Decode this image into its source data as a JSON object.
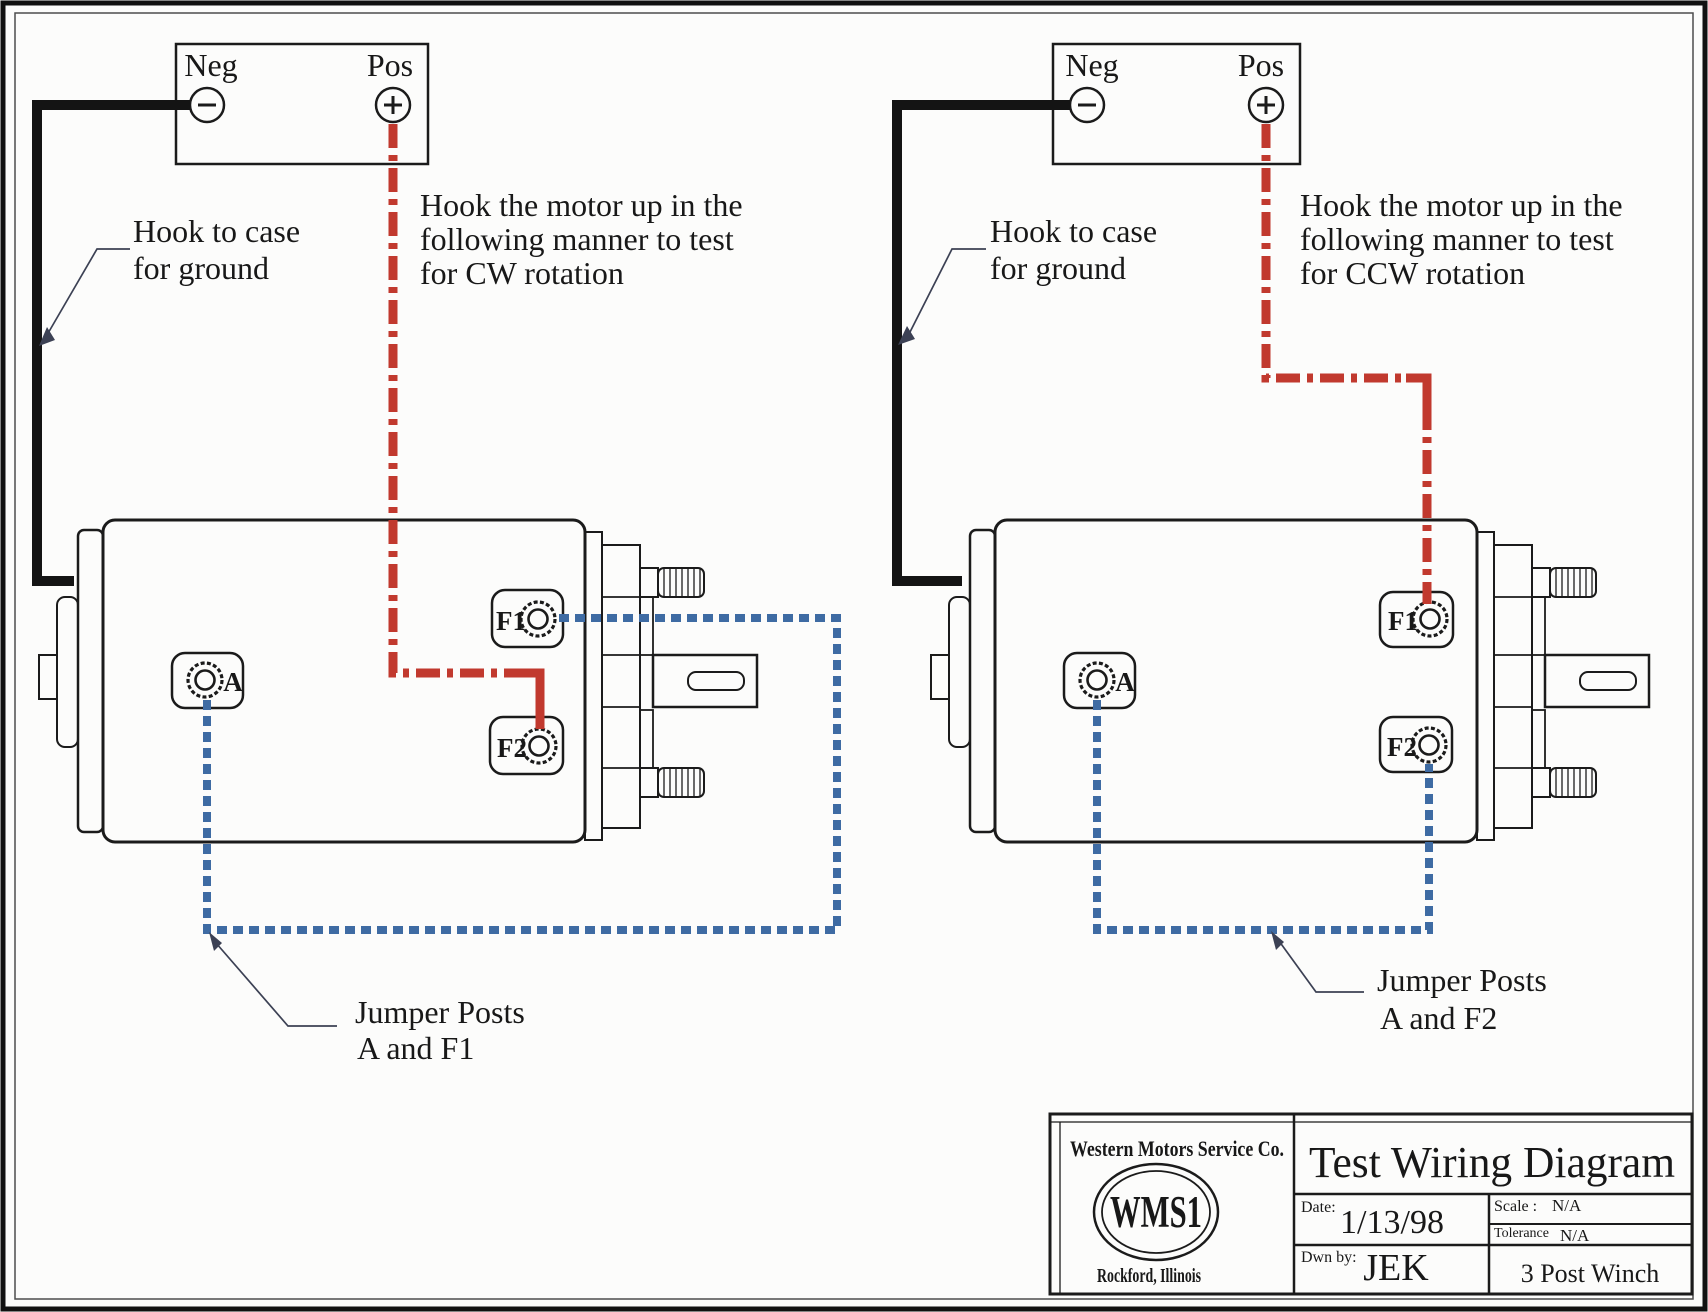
{
  "drawing": {
    "left": {
      "battery": {
        "neg": "Neg",
        "pos": "Pos"
      },
      "ground_note": {
        "line1": "Hook to case",
        "line2": "for ground"
      },
      "rotation_note": {
        "line1": "Hook the motor up in the",
        "line2": "following manner to test",
        "line3": "for CW rotation"
      },
      "jumper_note": {
        "line1": "Jumper Posts",
        "line2": "A and F1"
      },
      "terminals": {
        "a": "A",
        "f1": "F1",
        "f2": "F2"
      }
    },
    "right": {
      "battery": {
        "neg": "Neg",
        "pos": "Pos"
      },
      "ground_note": {
        "line1": "Hook to case",
        "line2": "for ground"
      },
      "rotation_note": {
        "line1": "Hook the motor up in the",
        "line2": "following manner to test",
        "line3": "for CCW rotation"
      },
      "jumper_note": {
        "line1": "Jumper Posts",
        "line2": "A and F2"
      },
      "terminals": {
        "a": "A",
        "f1": "F1",
        "f2": "F2"
      }
    },
    "title_block": {
      "company": "Western Motors Service Co.",
      "logo": "WMS1",
      "location": "Rockford, Illinois",
      "title": "Test Wiring Diagram",
      "date_label": "Date:",
      "date_value": "1/13/98",
      "scale_label": "Scale :",
      "scale_value": "N/A",
      "tolerance_label": "Tolerance",
      "tolerance_value": "N/A",
      "drawn_label": "Dwn by:",
      "drawn_value": "JEK",
      "part_name": "3 Post Winch"
    },
    "colors": {
      "wire_black": "#141414",
      "wire_red": "#c1392e",
      "wire_blue": "#3e6ba3",
      "line": "#1b1b1b"
    }
  }
}
